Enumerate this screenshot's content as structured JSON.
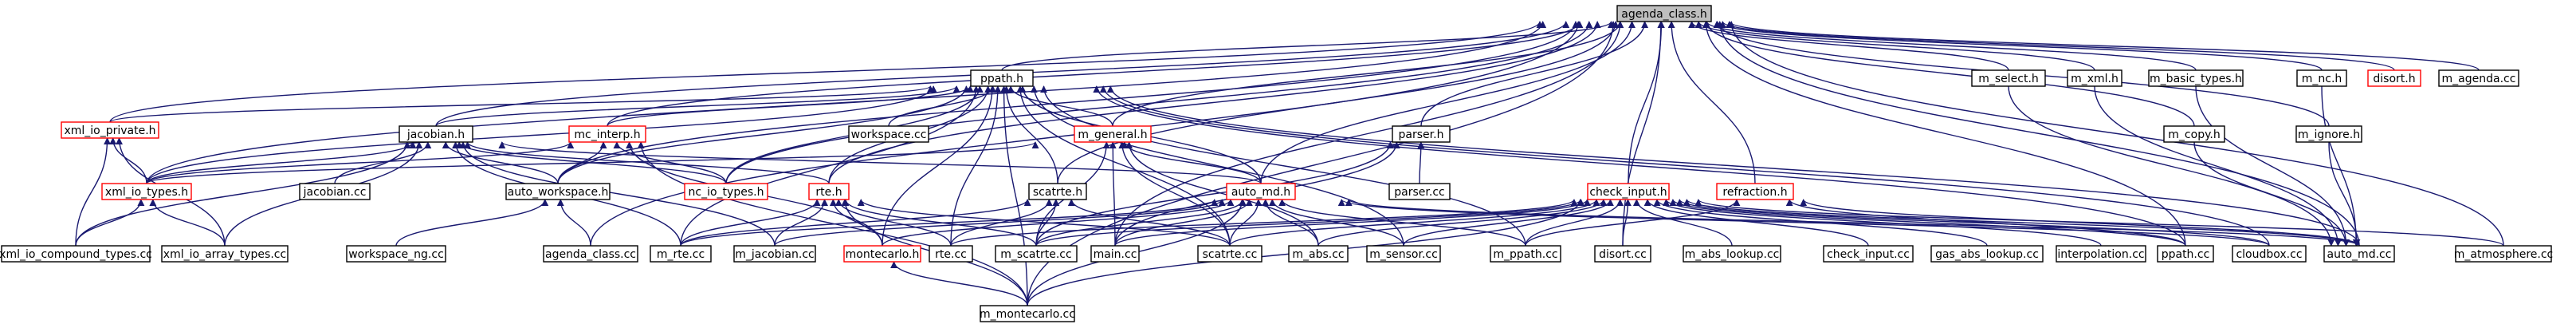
{
  "colors": {
    "edge": "#191970",
    "border_normal": "#000000",
    "border_highlight": "#ff0000",
    "root_fill": "#bfbfbf",
    "node_fill": "#ffffff"
  },
  "nodes": [
    {
      "id": "agenda_class_h",
      "label": "agenda_class.h",
      "style": "root"
    },
    {
      "id": "ppath_h",
      "label": "ppath.h",
      "style": "normal"
    },
    {
      "id": "m_select_h",
      "label": "m_select.h",
      "style": "normal"
    },
    {
      "id": "m_xml_h",
      "label": "m_xml.h",
      "style": "normal"
    },
    {
      "id": "m_basic_types_h",
      "label": "m_basic_types.h",
      "style": "normal"
    },
    {
      "id": "m_nc_h",
      "label": "m_nc.h",
      "style": "normal"
    },
    {
      "id": "disort_h",
      "label": "disort.h",
      "style": "red"
    },
    {
      "id": "m_agenda_cc",
      "label": "m_agenda.cc",
      "style": "normal"
    },
    {
      "id": "xml_io_private_h",
      "label": "xml_io_private.h",
      "style": "red"
    },
    {
      "id": "jacobian_h",
      "label": "jacobian.h",
      "style": "normal"
    },
    {
      "id": "mc_interp_h",
      "label": "mc_interp.h",
      "style": "red"
    },
    {
      "id": "workspace_cc",
      "label": "workspace.cc",
      "style": "normal"
    },
    {
      "id": "m_general_h",
      "label": "m_general.h",
      "style": "red"
    },
    {
      "id": "parser_h",
      "label": "parser.h",
      "style": "normal"
    },
    {
      "id": "m_copy_h",
      "label": "m_copy.h",
      "style": "normal"
    },
    {
      "id": "m_ignore_h",
      "label": "m_ignore.h",
      "style": "normal"
    },
    {
      "id": "xml_io_types_h",
      "label": "xml_io_types.h",
      "style": "red"
    },
    {
      "id": "jacobian_cc",
      "label": "jacobian.cc",
      "style": "normal"
    },
    {
      "id": "auto_workspace_h",
      "label": "auto_workspace.h",
      "style": "normal"
    },
    {
      "id": "nc_io_types_h",
      "label": "nc_io_types.h",
      "style": "red"
    },
    {
      "id": "parser_cc",
      "label": "parser.cc",
      "style": "normal"
    },
    {
      "id": "rte_h",
      "label": "rte.h",
      "style": "red"
    },
    {
      "id": "scatrte_h",
      "label": "scatrte.h",
      "style": "normal"
    },
    {
      "id": "auto_md_h",
      "label": "auto_md.h",
      "style": "red"
    },
    {
      "id": "check_input_h",
      "label": "check_input.h",
      "style": "red"
    },
    {
      "id": "refraction_h",
      "label": "refraction.h",
      "style": "red"
    },
    {
      "id": "xml_io_compound_types_cc",
      "label": "xml_io_compound_types.cc",
      "style": "normal"
    },
    {
      "id": "xml_io_array_types_cc",
      "label": "xml_io_array_types.cc",
      "style": "normal"
    },
    {
      "id": "workspace_ng_cc",
      "label": "workspace_ng.cc",
      "style": "normal"
    },
    {
      "id": "agenda_class_cc",
      "label": "agenda_class.cc",
      "style": "normal"
    },
    {
      "id": "m_rte_cc",
      "label": "m_rte.cc",
      "style": "normal"
    },
    {
      "id": "m_jacobian_cc",
      "label": "m_jacobian.cc",
      "style": "normal"
    },
    {
      "id": "montecarlo_h",
      "label": "montecarlo.h",
      "style": "red"
    },
    {
      "id": "rte_cc",
      "label": "rte.cc",
      "style": "normal"
    },
    {
      "id": "m_scatrte_cc",
      "label": "m_scatrte.cc",
      "style": "normal"
    },
    {
      "id": "main_cc",
      "label": "main.cc",
      "style": "normal"
    },
    {
      "id": "scatrte_cc",
      "label": "scatrte.cc",
      "style": "normal"
    },
    {
      "id": "m_abs_cc",
      "label": "m_abs.cc",
      "style": "normal"
    },
    {
      "id": "m_sensor_cc",
      "label": "m_sensor.cc",
      "style": "normal"
    },
    {
      "id": "m_ppath_cc",
      "label": "m_ppath.cc",
      "style": "normal"
    },
    {
      "id": "disort_cc",
      "label": "disort.cc",
      "style": "normal"
    },
    {
      "id": "m_abs_lookup_cc",
      "label": "m_abs_lookup.cc",
      "style": "normal"
    },
    {
      "id": "check_input_cc",
      "label": "check_input.cc",
      "style": "normal"
    },
    {
      "id": "gas_abs_lookup_cc",
      "label": "gas_abs_lookup.cc",
      "style": "normal"
    },
    {
      "id": "interpolation_cc",
      "label": "interpolation.cc",
      "style": "normal"
    },
    {
      "id": "ppath_cc",
      "label": "ppath.cc",
      "style": "normal"
    },
    {
      "id": "cloudbox_cc",
      "label": "cloudbox.cc",
      "style": "normal"
    },
    {
      "id": "auto_md_cc",
      "label": "auto_md.cc",
      "style": "normal"
    },
    {
      "id": "m_atmosphere_cc",
      "label": "m_atmosphere.cc",
      "style": "normal"
    },
    {
      "id": "m_montecarlo_cc",
      "label": "m_montecarlo.cc",
      "style": "normal"
    }
  ],
  "edges": [
    [
      "ppath_h",
      "agenda_class_h"
    ],
    [
      "m_select_h",
      "agenda_class_h"
    ],
    [
      "m_xml_h",
      "agenda_class_h"
    ],
    [
      "m_basic_types_h",
      "agenda_class_h"
    ],
    [
      "m_nc_h",
      "agenda_class_h"
    ],
    [
      "disort_h",
      "agenda_class_h"
    ],
    [
      "m_agenda_cc",
      "agenda_class_h"
    ],
    [
      "xml_io_private_h",
      "agenda_class_h"
    ],
    [
      "jacobian_h",
      "agenda_class_h"
    ],
    [
      "mc_interp_h",
      "agenda_class_h"
    ],
    [
      "m_general_h",
      "agenda_class_h"
    ],
    [
      "parser_h",
      "agenda_class_h"
    ],
    [
      "m_copy_h",
      "agenda_class_h"
    ],
    [
      "m_ignore_h",
      "agenda_class_h"
    ],
    [
      "xml_io_types_h",
      "agenda_class_h"
    ],
    [
      "auto_workspace_h",
      "agenda_class_h"
    ],
    [
      "nc_io_types_h",
      "agenda_class_h"
    ],
    [
      "rte_h",
      "agenda_class_h"
    ],
    [
      "scatrte_h",
      "agenda_class_h"
    ],
    [
      "auto_md_h",
      "agenda_class_h"
    ],
    [
      "check_input_h",
      "agenda_class_h"
    ],
    [
      "refraction_h",
      "agenda_class_h"
    ],
    [
      "agenda_class_cc",
      "agenda_class_h"
    ],
    [
      "disort_cc",
      "agenda_class_h"
    ],
    [
      "m_atmosphere_cc",
      "agenda_class_h"
    ],
    [
      "ppath_cc",
      "agenda_class_h"
    ],
    [
      "auto_md_cc",
      "agenda_class_h"
    ],
    [
      "m_montecarlo_cc",
      "agenda_class_h"
    ],
    [
      "main_cc",
      "agenda_class_h"
    ],
    [
      "xml_io_private_h",
      "ppath_h"
    ],
    [
      "jacobian_h",
      "ppath_h"
    ],
    [
      "mc_interp_h",
      "ppath_h"
    ],
    [
      "workspace_cc",
      "ppath_h"
    ],
    [
      "m_general_h",
      "ppath_h"
    ],
    [
      "rte_h",
      "ppath_h"
    ],
    [
      "scatrte_h",
      "ppath_h"
    ],
    [
      "auto_md_h",
      "ppath_h"
    ],
    [
      "xml_io_types_h",
      "ppath_h"
    ],
    [
      "auto_workspace_h",
      "ppath_h"
    ],
    [
      "nc_io_types_h",
      "ppath_h"
    ],
    [
      "montecarlo_h",
      "ppath_h"
    ],
    [
      "rte_cc",
      "ppath_h"
    ],
    [
      "m_rte_cc",
      "ppath_h"
    ],
    [
      "m_ppath_cc",
      "ppath_h"
    ],
    [
      "ppath_cc",
      "ppath_h"
    ],
    [
      "auto_md_cc",
      "ppath_h"
    ],
    [
      "cloudbox_cc",
      "ppath_h"
    ],
    [
      "m_sensor_cc",
      "ppath_h"
    ],
    [
      "m_montecarlo_cc",
      "ppath_h"
    ],
    [
      "scatrte_cc",
      "ppath_h"
    ],
    [
      "m_select_h",
      "auto_md_cc"
    ],
    [
      "m_xml_h",
      "auto_md_cc"
    ],
    [
      "m_basic_types_h",
      "auto_md_cc"
    ],
    [
      "m_nc_h",
      "auto_md_cc"
    ],
    [
      "m_copy_h",
      "auto_md_cc"
    ],
    [
      "m_ignore_h",
      "auto_md_cc"
    ],
    [
      "xml_io_types_h",
      "xml_io_private_h"
    ],
    [
      "xml_io_compound_types_cc",
      "xml_io_private_h"
    ],
    [
      "xml_io_array_types_cc",
      "xml_io_private_h"
    ],
    [
      "xml_io_compound_types_cc",
      "xml_io_types_h"
    ],
    [
      "xml_io_array_types_cc",
      "xml_io_types_h"
    ],
    [
      "xml_io_types_h",
      "jacobian_h"
    ],
    [
      "jacobian_cc",
      "jacobian_h"
    ],
    [
      "auto_workspace_h",
      "jacobian_h"
    ],
    [
      "nc_io_types_h",
      "jacobian_h"
    ],
    [
      "auto_md_h",
      "jacobian_h"
    ],
    [
      "m_rte_cc",
      "jacobian_h"
    ],
    [
      "m_jacobian_cc",
      "jacobian_h"
    ],
    [
      "rte_h",
      "jacobian_h"
    ],
    [
      "xml_io_compound_types_cc",
      "jacobian_h"
    ],
    [
      "xml_io_array_types_cc",
      "jacobian_h"
    ],
    [
      "montecarlo_h",
      "mc_interp_h"
    ],
    [
      "auto_workspace_h",
      "mc_interp_h"
    ],
    [
      "nc_io_types_h",
      "mc_interp_h"
    ],
    [
      "m_montecarlo_cc",
      "mc_interp_h"
    ],
    [
      "xml_io_types_h",
      "mc_interp_h"
    ],
    [
      "xml_io_types_h",
      "m_general_h"
    ],
    [
      "auto_md_h",
      "m_general_h"
    ],
    [
      "m_scatrte_cc",
      "m_general_h"
    ],
    [
      "scatrte_cc",
      "m_general_h"
    ],
    [
      "m_abs_cc",
      "m_general_h"
    ],
    [
      "main_cc",
      "m_general_h"
    ],
    [
      "parser_cc",
      "parser_h"
    ],
    [
      "m_scatrte_cc",
      "parser_h"
    ],
    [
      "main_cc",
      "parser_h"
    ],
    [
      "workspace_ng_cc",
      "auto_workspace_h"
    ],
    [
      "agenda_class_cc",
      "auto_workspace_h"
    ],
    [
      "m_rte_cc",
      "rte_h"
    ],
    [
      "m_jacobian_cc",
      "rte_h"
    ],
    [
      "montecarlo_h",
      "rte_h"
    ],
    [
      "rte_cc",
      "rte_h"
    ],
    [
      "m_scatrte_cc",
      "rte_h"
    ],
    [
      "scatrte_cc",
      "rte_h"
    ],
    [
      "m_montecarlo_cc",
      "rte_h"
    ],
    [
      "m_scatrte_cc",
      "scatrte_h"
    ],
    [
      "scatrte_cc",
      "scatrte_h"
    ],
    [
      "rte_cc",
      "scatrte_h"
    ],
    [
      "m_rte_cc",
      "scatrte_h"
    ],
    [
      "m_rte_cc",
      "auto_md_h"
    ],
    [
      "m_jacobian_cc",
      "auto_md_h"
    ],
    [
      "montecarlo_h",
      "auto_md_h"
    ],
    [
      "m_scatrte_cc",
      "auto_md_h"
    ],
    [
      "main_cc",
      "auto_md_h"
    ],
    [
      "scatrte_cc",
      "auto_md_h"
    ],
    [
      "m_abs_cc",
      "auto_md_h"
    ],
    [
      "m_sensor_cc",
      "auto_md_h"
    ],
    [
      "m_ppath_cc",
      "auto_md_h"
    ],
    [
      "auto_md_cc",
      "auto_md_h"
    ],
    [
      "cloudbox_cc",
      "auto_md_h"
    ],
    [
      "m_montecarlo_cc",
      "auto_md_h"
    ],
    [
      "disort_cc",
      "check_input_h"
    ],
    [
      "m_abs_lookup_cc",
      "check_input_h"
    ],
    [
      "check_input_cc",
      "check_input_h"
    ],
    [
      "gas_abs_lookup_cc",
      "check_input_h"
    ],
    [
      "interpolation_cc",
      "check_input_h"
    ],
    [
      "ppath_cc",
      "check_input_h"
    ],
    [
      "cloudbox_cc",
      "check_input_h"
    ],
    [
      "auto_md_cc",
      "check_input_h"
    ],
    [
      "m_atmosphere_cc",
      "check_input_h"
    ],
    [
      "m_ppath_cc",
      "check_input_h"
    ],
    [
      "m_sensor_cc",
      "check_input_h"
    ],
    [
      "m_abs_cc",
      "check_input_h"
    ],
    [
      "scatrte_cc",
      "check_input_h"
    ],
    [
      "main_cc",
      "check_input_h"
    ],
    [
      "m_scatrte_cc",
      "check_input_h"
    ],
    [
      "m_montecarlo_cc",
      "check_input_h"
    ],
    [
      "rte_cc",
      "check_input_h"
    ],
    [
      "ppath_cc",
      "refraction_h"
    ],
    [
      "m_ppath_cc",
      "refraction_h"
    ],
    [
      "auto_md_cc",
      "refraction_h"
    ],
    [
      "m_montecarlo_cc",
      "montecarlo_h"
    ]
  ]
}
